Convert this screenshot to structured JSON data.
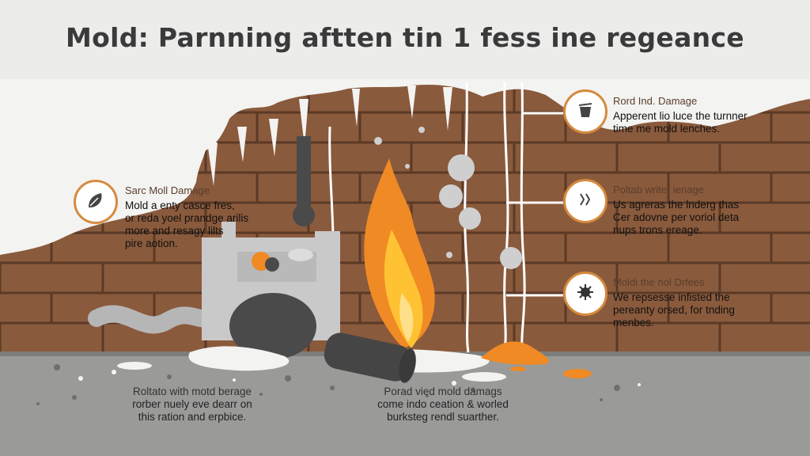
{
  "title": "Mold: Parnning aftten tin 1 fess ine regeance",
  "colors": {
    "brick": "#8a5a3c",
    "brick_dark": "#6f4630",
    "accent_ring": "#d58a3e",
    "mold_white": "#f3f3f1",
    "floor": "#9a9a99",
    "fire_orange": "#f08a24",
    "fire_yellow": "#ffc233"
  },
  "callouts": [
    {
      "id": "left",
      "icon": "leaf-icon",
      "title": "Sarc Moll Damage",
      "lines": [
        "Mold a enty casce fres,",
        "or reda yoel prandge arilis",
        "more and resagy lilts",
        "pire aotion."
      ]
    },
    {
      "id": "right-top",
      "icon": "bucket-icon",
      "title": "Rord Ind. Damage",
      "lines": [
        "Apperent lio luce the turnner",
        "time me mold lenches."
      ]
    },
    {
      "id": "right-middle",
      "icon": "chevrons-icon",
      "title": "Poltab writer ienage",
      "lines": [
        "Us agreras the lnderg thas",
        "Cer adovne per voriol deta",
        "nups trons ereage."
      ]
    },
    {
      "id": "right-bottom",
      "icon": "spore-icon",
      "title": "Moldi the nol Drfees",
      "lines": [
        "We repsesse infisted the",
        "pereanty orsed, for tnding",
        "menbes."
      ]
    }
  ],
  "captions": [
    {
      "id": "left",
      "title": "Roltato with motd berage",
      "lines": [
        "rorber nuely eve dearr on",
        "this ration and erpbice."
      ]
    },
    {
      "id": "center",
      "title": "Porad vied mold damags",
      "lines": [
        "come indo ceation & worled",
        "burksteg rendl suarther."
      ]
    }
  ]
}
